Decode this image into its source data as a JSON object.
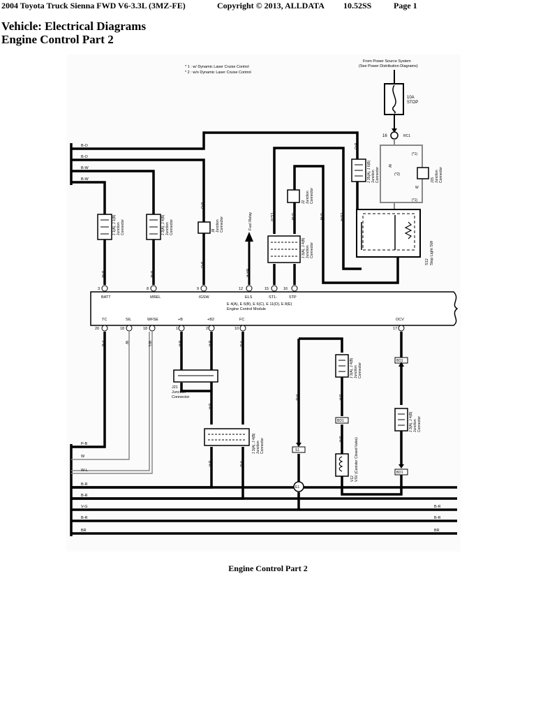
{
  "header": {
    "vehicle_model": "2004 Toyota Truck Sienna FWD V6-3.3L (3MZ-FE)",
    "copyright": "Copyright © 2013, ALLDATA",
    "version": "10.52SS",
    "page": "Page 1"
  },
  "titles": {
    "line1": "Vehicle: Electrical Diagrams",
    "line2": "Engine Control Part 2"
  },
  "caption": "Engine Control Part 2",
  "diagram": {
    "notes": [
      "* 1 : w/ Dynamic Laser Cruise Control",
      "* 2 : w/o Dynamic Laser Cruise Control"
    ],
    "power_source": [
      "From Power Source System",
      "(See Power Distribution Diagrams)"
    ],
    "fuse": [
      "10A",
      "STOP"
    ],
    "ecm": {
      "line1": "E 4(A), E 6(B), E 6(C), E 11(D), E 8(E)",
      "line2": "Engine Control Module",
      "pins_top": [
        "BATT",
        "MREL",
        "IGSW",
        "ELS",
        "ST1-",
        "STP"
      ],
      "pins_bottom": [
        "TC",
        "SIL",
        "WFSE",
        "+B",
        "+B2",
        "FC",
        "OCV"
      ],
      "pin_nums_top": [
        "3",
        "8",
        "9",
        "12",
        "15",
        "16"
      ],
      "pin_nums_bottom": [
        "20",
        "18",
        "18",
        "1",
        "2",
        "10",
        "17"
      ]
    },
    "components": {
      "j1": [
        "J 1(A), J 1(B)",
        "Junction",
        "Connector"
      ],
      "j3": [
        "J 3(A), J 4(B)",
        "Junction",
        "Connector"
      ],
      "j8": [
        "J8",
        "Junction",
        "Connector"
      ],
      "j2": [
        "J2",
        "Junction",
        "Connector"
      ],
      "j3b": [
        "J 3(A), J 4(B)",
        "Junction",
        "Connector"
      ],
      "j35": [
        "J 35(A), J 6(B)",
        "Junction",
        "Connector"
      ],
      "j15": [
        "J15",
        "Junction",
        "Connector"
      ],
      "s12": [
        "S12",
        "Stop Light SW"
      ],
      "j21": [
        "J21",
        "Junction",
        "Connector"
      ],
      "j3c": [
        "J 3(A), J 4(B)",
        "Junction",
        "Connector"
      ],
      "v12": [
        "V12",
        "VSV (Canister Closed Valve)"
      ],
      "j3d": [
        "J 3(A), J 4(B)",
        "Junction",
        "Connector"
      ],
      "j3e": [
        "J 3(A), J 4(B)",
        "Junction",
        "Connector"
      ],
      "relay": "Fuel Relay"
    },
    "wire_labels_left": [
      "B-O",
      "B-O",
      "B-W",
      "B-W",
      "P-B",
      "W",
      "W-L",
      "B-R",
      "B-R",
      "V-G",
      "B-R",
      "BR"
    ],
    "wire_labels_right": [
      "B-R",
      "B-R",
      "BR"
    ],
    "wire_colors_vertical": [
      "B-W",
      "B-W",
      "B-O",
      "B-O",
      "BR-R",
      "LG-R",
      "G-W",
      "G-W",
      "LG-R",
      "B-O",
      "W",
      "W",
      "P-B",
      "W",
      "W-L",
      "B-R",
      "B-R",
      "B-R",
      "V-G",
      "V-G",
      "B-R",
      "B-R",
      "B-R",
      "R-B"
    ],
    "connector_tags": [
      "E1",
      "S1",
      "BD1",
      "BD1",
      "BD1",
      "RC1"
    ],
    "star_notes": [
      "(*1)",
      "(*1)",
      "(*2)"
    ]
  }
}
